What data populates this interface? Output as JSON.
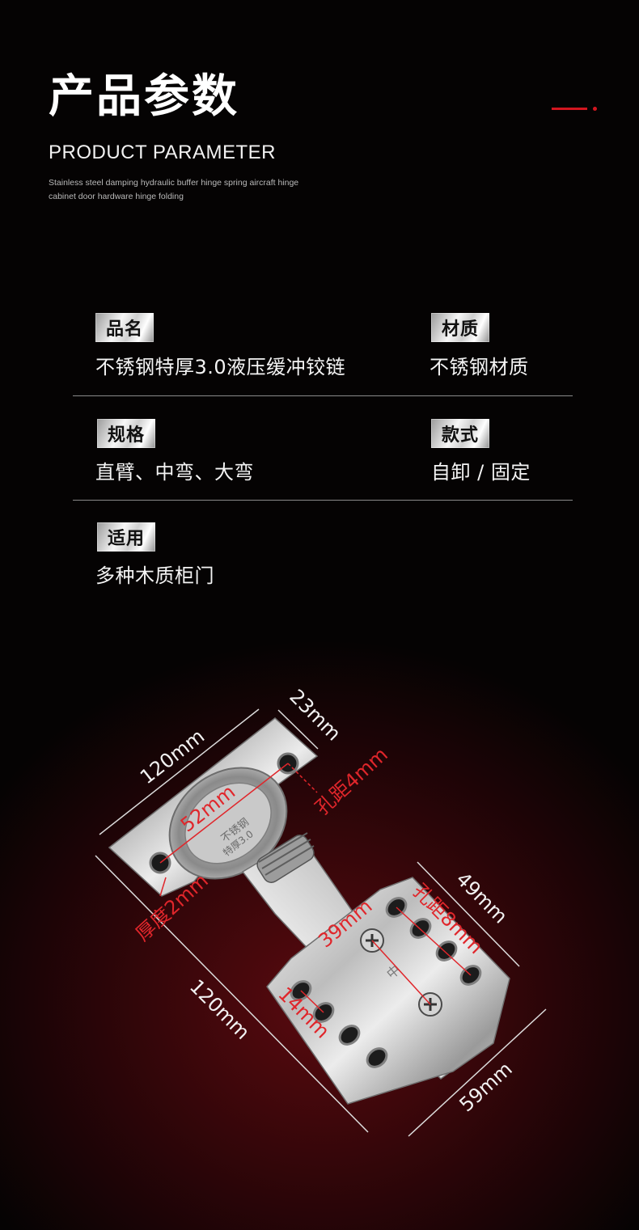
{
  "header": {
    "title_cn": "产品参数",
    "title_en": "PRODUCT PARAMETER",
    "description": "Stainless steel damping hydraulic buffer hinge spring aircraft hinge cabinet door hardware hinge folding"
  },
  "params": [
    {
      "label": "品名",
      "value": "不锈钢特厚3.0液压缓冲铰链"
    },
    {
      "label": "材质",
      "value": "不锈钢材质"
    },
    {
      "label": "规格",
      "value": "直臂、中弯、大弯"
    },
    {
      "label": "款式",
      "value": "自卸 / 固定"
    },
    {
      "label": "适用",
      "value": "多种木质柜门"
    }
  ],
  "diagram": {
    "dimensions": {
      "top_length": "120mm",
      "arm_width": "23mm",
      "hole_spacing_top": "孔距4mm",
      "cup_diameter": "52mm",
      "thickness": "厚度2mm",
      "side_length": "120mm",
      "plate_width": "49mm",
      "hole_spacing_plate": "孔距8mm",
      "center_distance": "39mm",
      "slot_length": "14mm",
      "base_width": "59mm"
    },
    "engraving": {
      "cup_text_1": "不锈钢",
      "cup_text_2": "特厚3.0",
      "plate_mark": "中"
    }
  },
  "colors": {
    "accent_red": "#d3161f",
    "dimension_red": "#e0262b",
    "background": "#040303"
  }
}
